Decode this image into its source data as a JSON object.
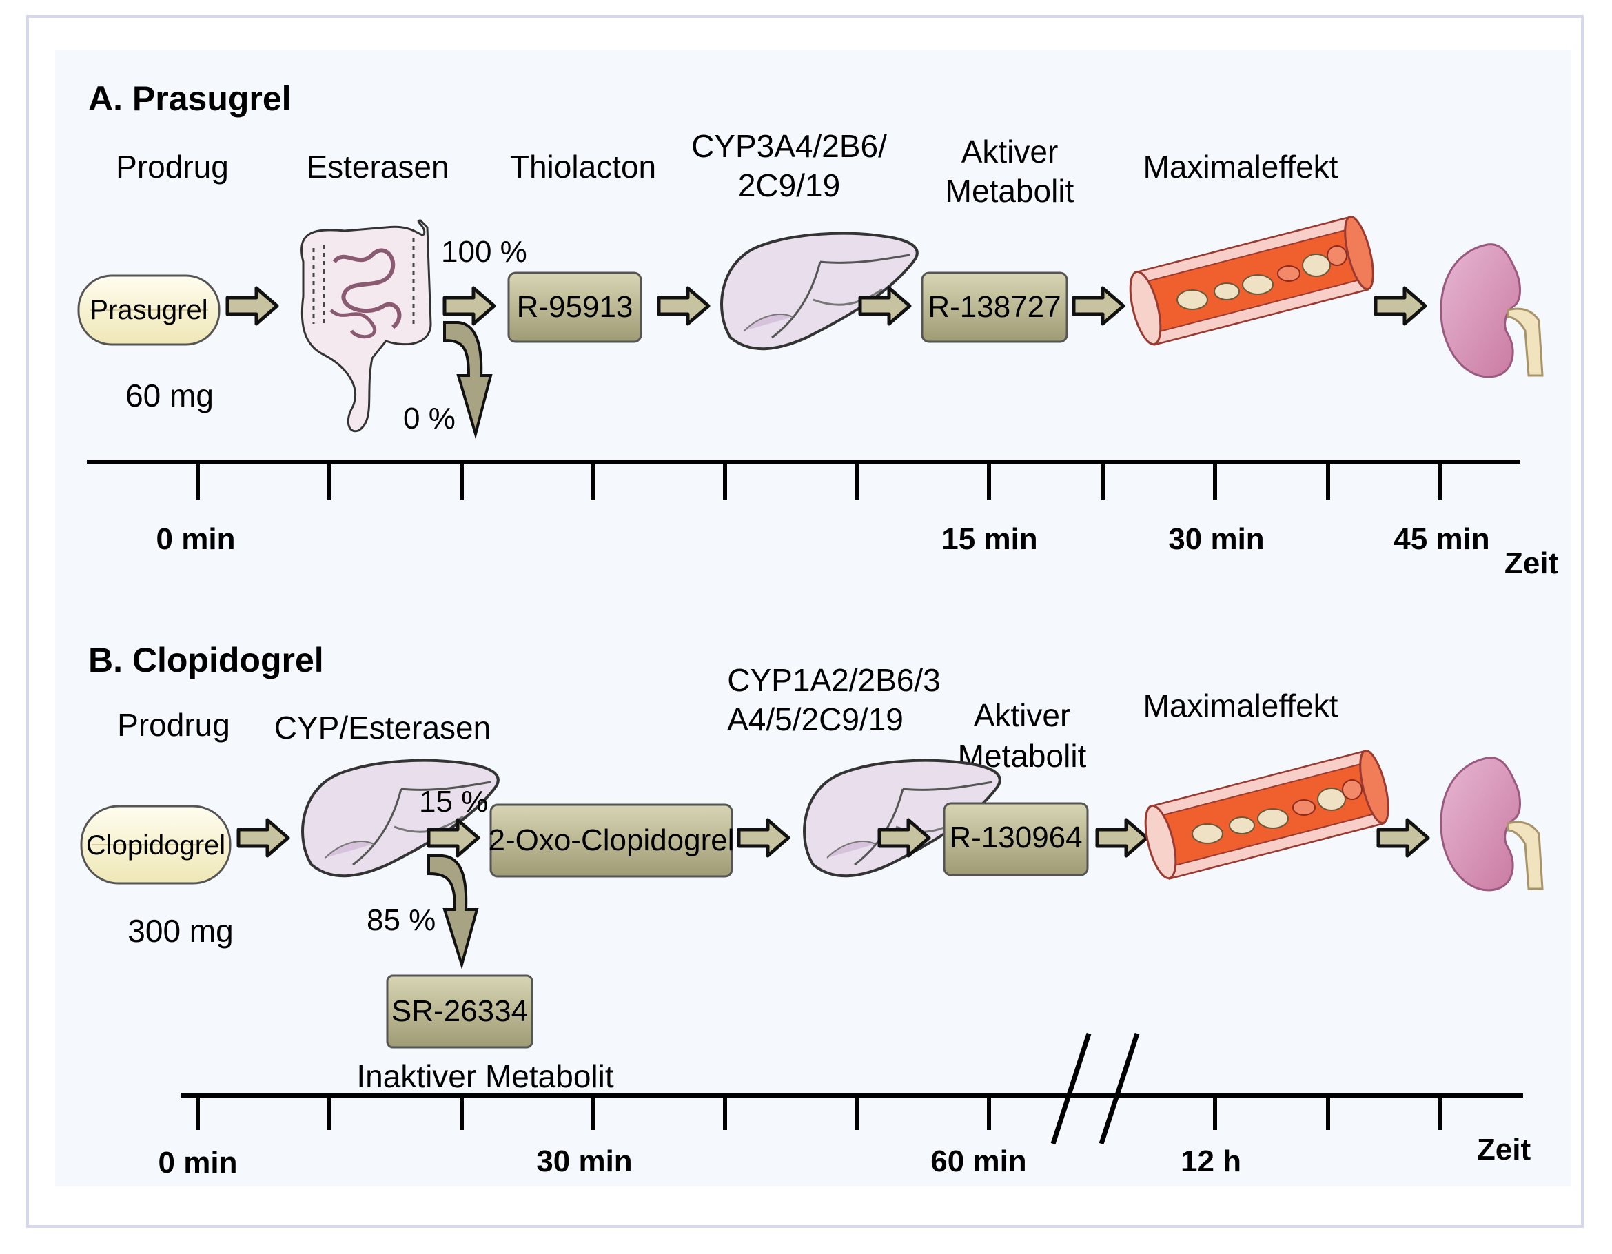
{
  "prasugrel": {
    "title": "A. Prasugrel",
    "prodrug": "Prodrug",
    "esterasen": "Esterasen",
    "thiolacton": "Thiolacton",
    "cyp_line1": "CYP3A4/2B6/",
    "cyp_line2": "2C9/19",
    "aktiver_line1": "Aktiver",
    "aktiver_line2": "Metabolit",
    "maximaleffekt": "Maximaleffekt",
    "pill": "Prasugrel",
    "dose": "60 mg",
    "pct_main": "100 %",
    "pct_side": "0 %",
    "box1": "R-95913",
    "box2": "R-138727",
    "times": [
      "0 min",
      "15 min",
      "30 min",
      "45 min"
    ],
    "axis": "Zeit"
  },
  "clopidogrel": {
    "title": "B. Clopidogrel",
    "prodrug": "Prodrug",
    "cyp_esterasen": "CYP/Esterasen",
    "cyp_line1": "CYP1A2/2B6/3",
    "cyp_line2": "A4/5/2C9/19",
    "aktiver_line1": "Aktiver",
    "aktiver_line2": "Metabolit",
    "maximaleffekt": "Maximaleffekt",
    "pill": "Clopidogrel",
    "dose": "300 mg",
    "pct_main": "15 %",
    "pct_side": "85 %",
    "box1": "2-Oxo-Clopidogrel",
    "box2": "R-130964",
    "box_inactive": "SR-26334",
    "inactive_label": "Inaktiver Metabolit",
    "times": [
      "0 min",
      "30 min",
      "60 min",
      "12 h"
    ],
    "axis": "Zeit"
  },
  "colors": {
    "pill_fill": "#fbf6d6",
    "box_fill": "#b8b48e",
    "arrow_fill": "#c7c3a0",
    "liver_fill": "#e6dceb",
    "vessel_red": "#f0602e",
    "kidney_fill": "#d89ac2"
  }
}
